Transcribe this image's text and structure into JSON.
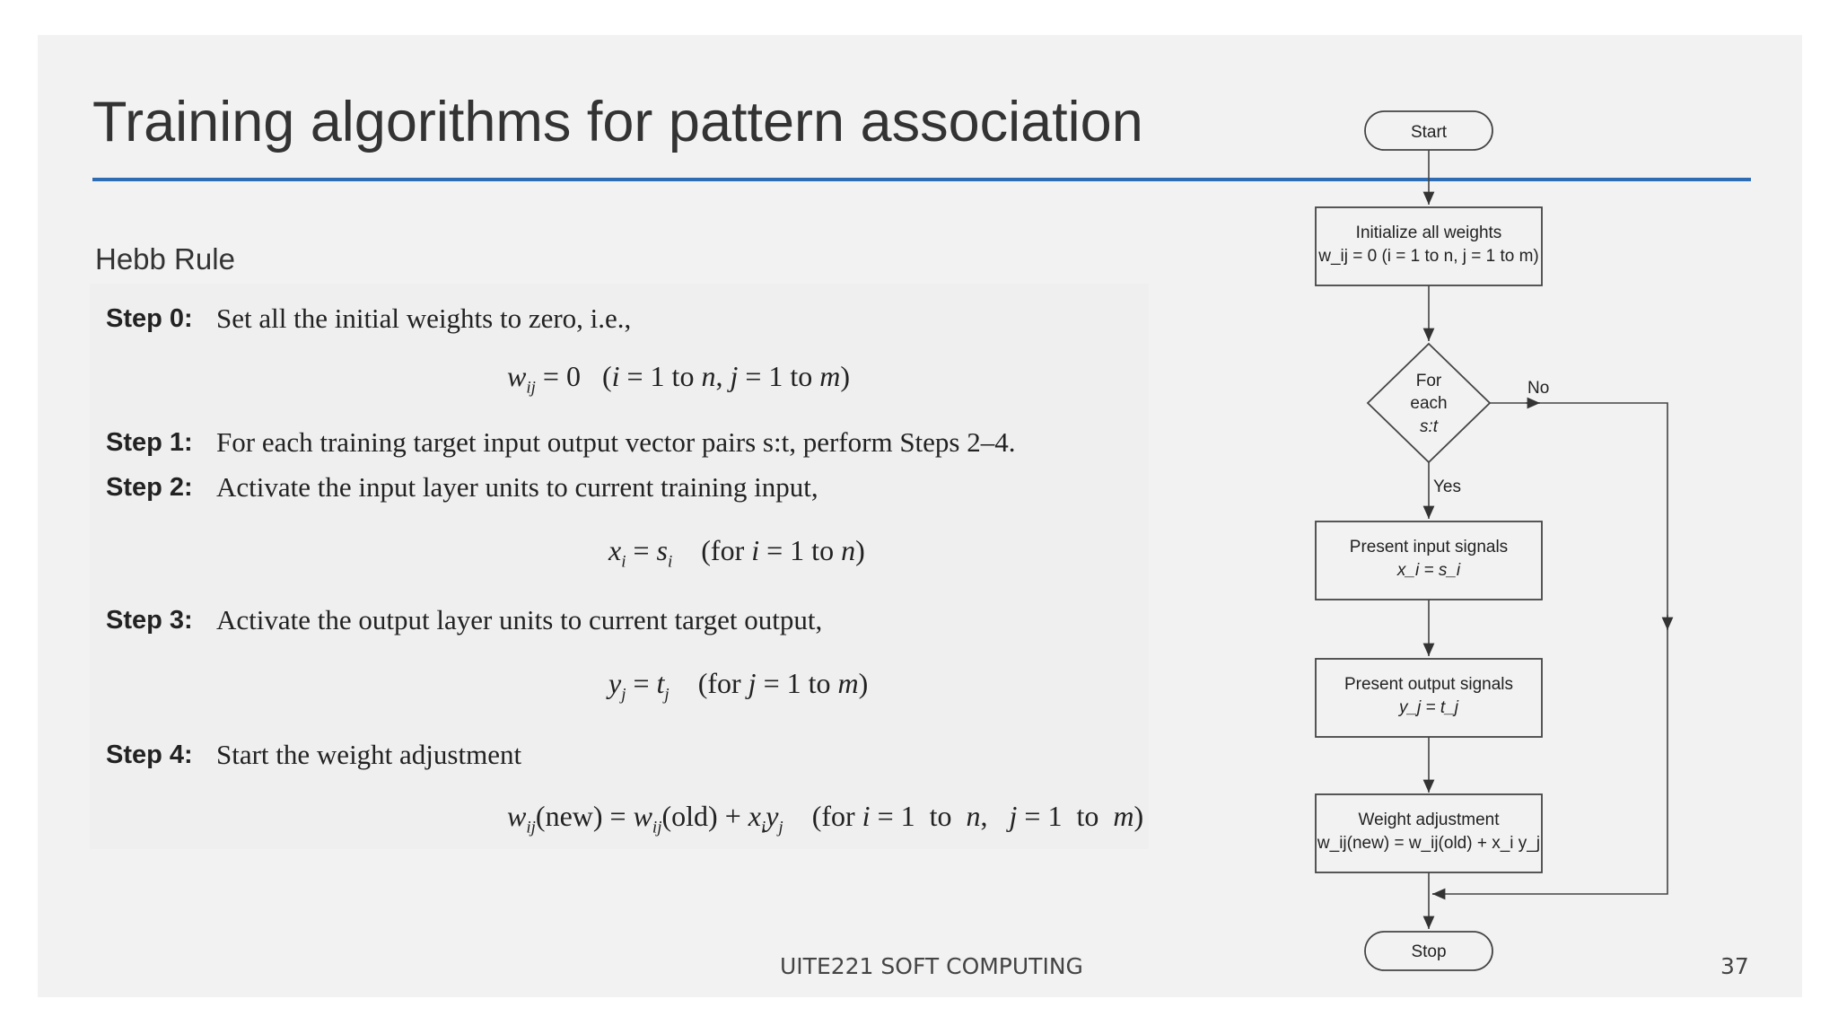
{
  "slide": {
    "title": "Training algorithms for pattern association",
    "subtitle": "Hebb Rule",
    "footer": "UITE221 SOFT COMPUTING",
    "page_number": "37"
  },
  "steps": [
    {
      "label": "Step 0:",
      "text": "Set all the initial weights to zero, i.e.,"
    },
    {
      "label": "Step 1:",
      "text": "For each training target input output vector pairs s:t, perform Steps 2–4."
    },
    {
      "label": "Step 2:",
      "text": "Activate the input layer units to current training input,"
    },
    {
      "label": "Step 3:",
      "text": "Activate the output layer units to current target output,"
    },
    {
      "label": "Step 4:",
      "text": "Start the weight adjustment"
    }
  ],
  "equations": {
    "init_weights": "w_ij = 0   (i = 1 to n, j = 1 to m)",
    "input": "x_i = s_i   (for i = 1 to n)",
    "output": "y_j = t_j   (for j = 1 to m)",
    "update": "w_ij(new) = w_ij(old) + x_i y_j   (for i = 1 to n, j = 1 to m)"
  },
  "flowchart": {
    "start": "Start",
    "init_title": "Initialize all weights",
    "init_eq": "w_ij = 0 (i = 1 to n, j = 1 to m)",
    "decision": [
      "For",
      "each",
      "s:t"
    ],
    "no_label": "No",
    "yes_label": "Yes",
    "input_title": "Present input signals",
    "input_eq": "x_i = s_i",
    "output_title": "Present output signals",
    "output_eq": "y_j = t_j",
    "adjust_title": "Weight adjustment",
    "adjust_eq": "w_ij(new) = w_ij(old) + x_i y_j",
    "stop": "Stop"
  },
  "colors": {
    "title_rule": "#2e6db4",
    "slide_bg": "#f2f2f2"
  }
}
